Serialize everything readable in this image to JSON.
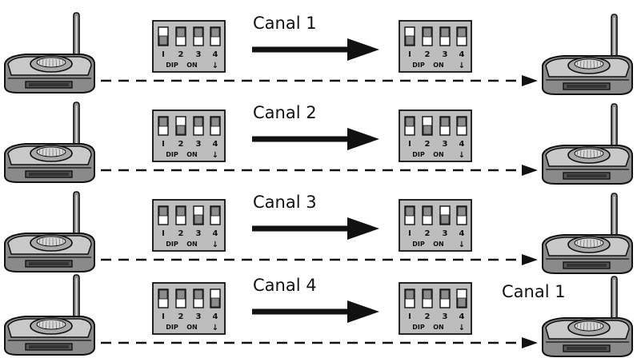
{
  "dip_labels": {
    "numbers": [
      "I",
      "2",
      "3",
      "4"
    ],
    "dip": "DIP",
    "on": "ON",
    "arrow": "↓"
  },
  "rows": [
    {
      "channel_label": "Canal 1",
      "sender_switches": [
        "down",
        "up",
        "up",
        "up"
      ],
      "receiver_switches": [
        "down",
        "up",
        "up",
        "up"
      ]
    },
    {
      "channel_label": "Canal 2",
      "sender_switches": [
        "up",
        "down",
        "up",
        "up"
      ],
      "receiver_switches": [
        "up",
        "down",
        "up",
        "up"
      ]
    },
    {
      "channel_label": "Canal 3",
      "sender_switches": [
        "up",
        "up",
        "down",
        "up"
      ],
      "receiver_switches": [
        "up",
        "up",
        "down",
        "up"
      ]
    },
    {
      "channel_label": "Canal 4",
      "sender_switches": [
        "up",
        "up",
        "up",
        "down"
      ],
      "receiver_switches": [
        "up",
        "up",
        "up",
        "down"
      ]
    }
  ],
  "side_note": "Canal 1",
  "icons": {
    "router": "wireless-router-icon",
    "dip_switch": "dip-switch-icon",
    "wire": "solid-arrow",
    "wireless": "dashed-arrow"
  },
  "colors": {
    "dark": "#111111",
    "router_body": "#8a8a8a",
    "router_top": "#c9c9c9",
    "router_shadow": "#555555",
    "dip_body": "#bdbdbd",
    "slot_fill": "#ffffff",
    "knob": "#8c8c8c"
  }
}
